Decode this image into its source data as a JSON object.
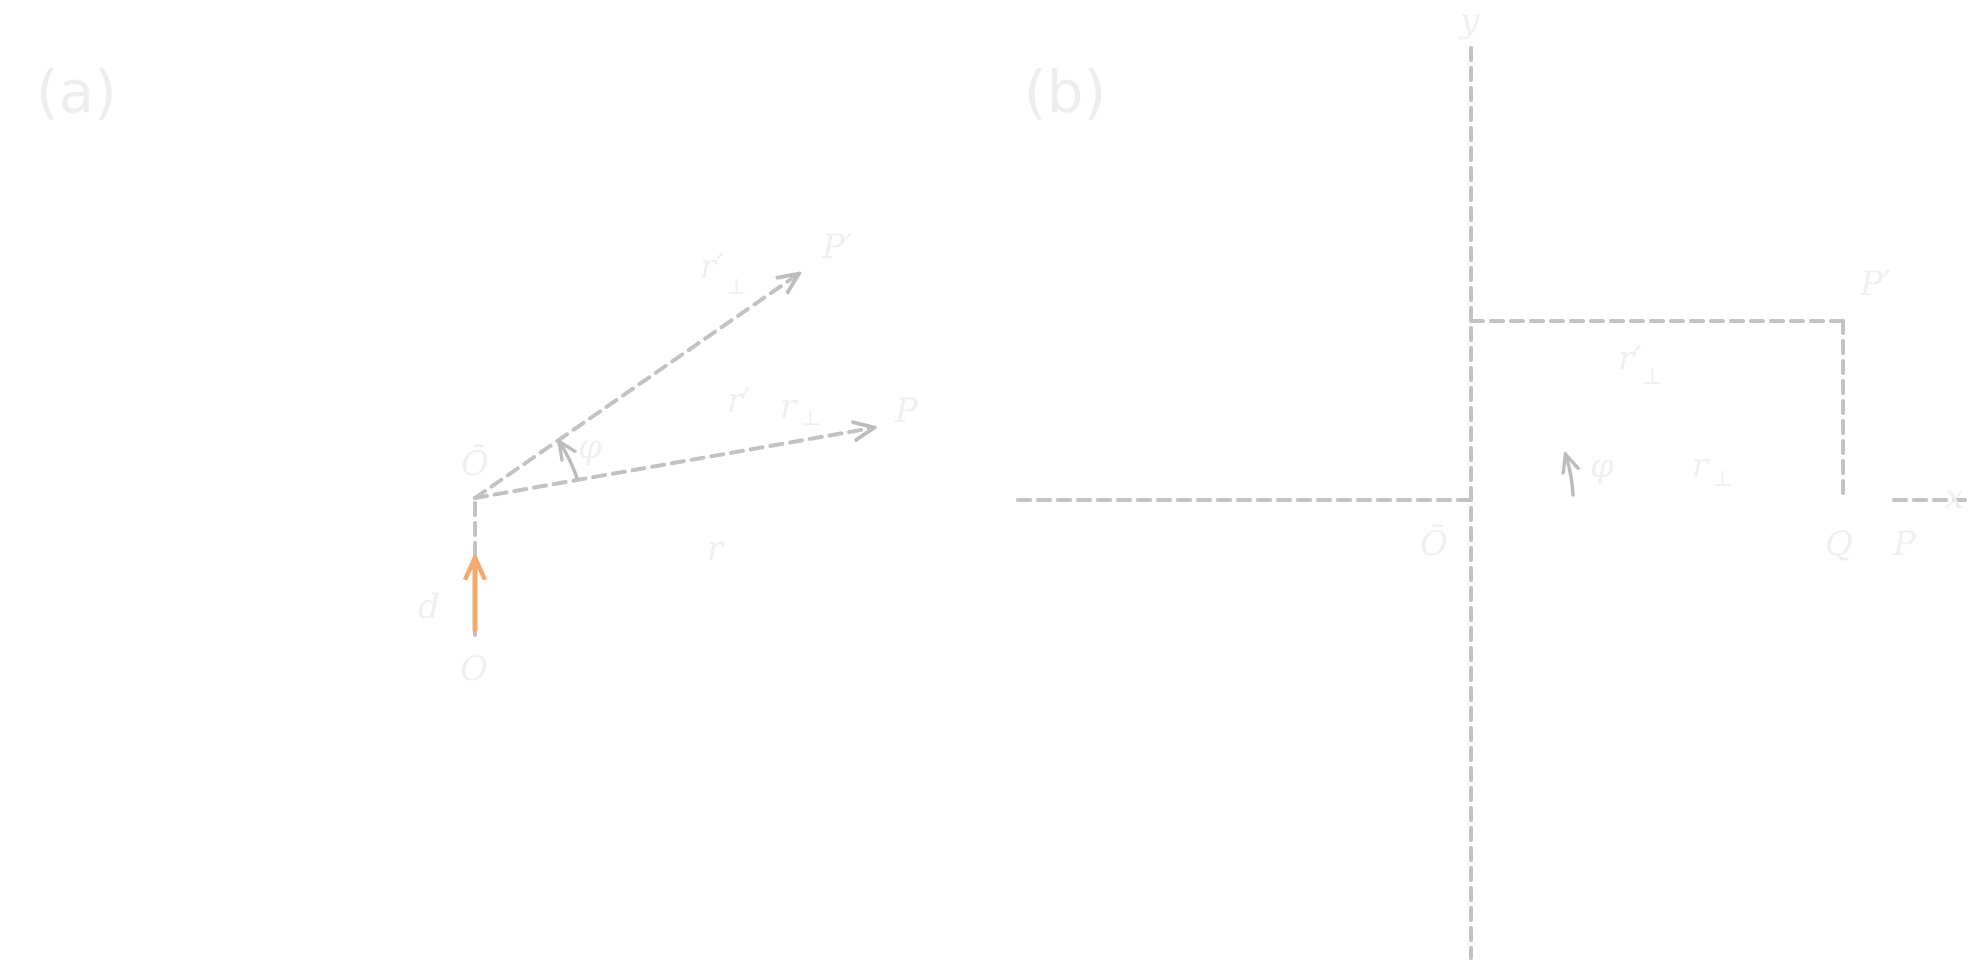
{
  "panels": {
    "a": {
      "label": "(a)",
      "labels": {
        "O": "O",
        "O_bar": "Ō",
        "d": "d",
        "P": "P",
        "P_prime": "P′",
        "r": "r",
        "r_prime": "r′",
        "r_perp": "r",
        "r_perp_sub": "⊥",
        "r_perp_prime": "r′",
        "r_perp_prime_sub": "⊥",
        "phi": "φ"
      }
    },
    "b": {
      "label": "(b)",
      "labels": {
        "y_axis": "y",
        "x_axis": "x",
        "O_bar": "Ō",
        "Q": "Q",
        "P": "P",
        "P_prime": "P′",
        "phi": "φ",
        "r_perp": "r",
        "r_perp_sub": "⊥",
        "r_perp_prime": "r′",
        "r_perp_prime_sub": "⊥"
      }
    }
  },
  "colors": {
    "dashed_lines": "#c3c3c3",
    "arrow_d": "#f4a96f",
    "labels": "#f0f0f0"
  }
}
